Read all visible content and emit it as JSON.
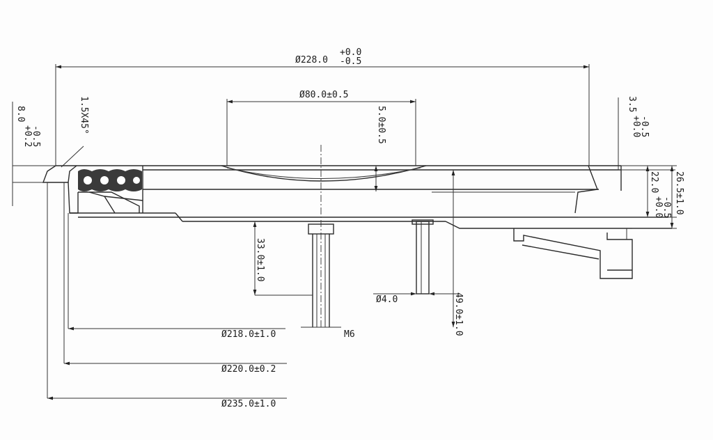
{
  "dimensions": {
    "d228": {
      "base": "Ø228.0",
      "upper": "+0.0",
      "lower": "-0.5"
    },
    "d80": "Ø80.0±0.5",
    "chamfer": "1.5X45°",
    "h8": {
      "base": "8.0",
      "upper": "+0.2",
      "lower": "-0.5"
    },
    "depth5": "5.0±0.5",
    "h35": {
      "base": "3.5",
      "upper": "+0.0",
      "lower": "-0.5"
    },
    "h22": {
      "base": "22.0",
      "upper": "+0.0",
      "lower": "-0.5"
    },
    "h265": "26.5±1.0",
    "h33": "33.0±1.0",
    "d4": "Ø4.0",
    "h49": "49.0±1.0",
    "m6": "M6",
    "d218": "Ø218.0±1.0",
    "d220": "Ø220.0±0.2",
    "d235": "Ø235.0±1.0"
  },
  "colors": {
    "line": "#2a2a2a",
    "background": "#fdfdfd"
  }
}
